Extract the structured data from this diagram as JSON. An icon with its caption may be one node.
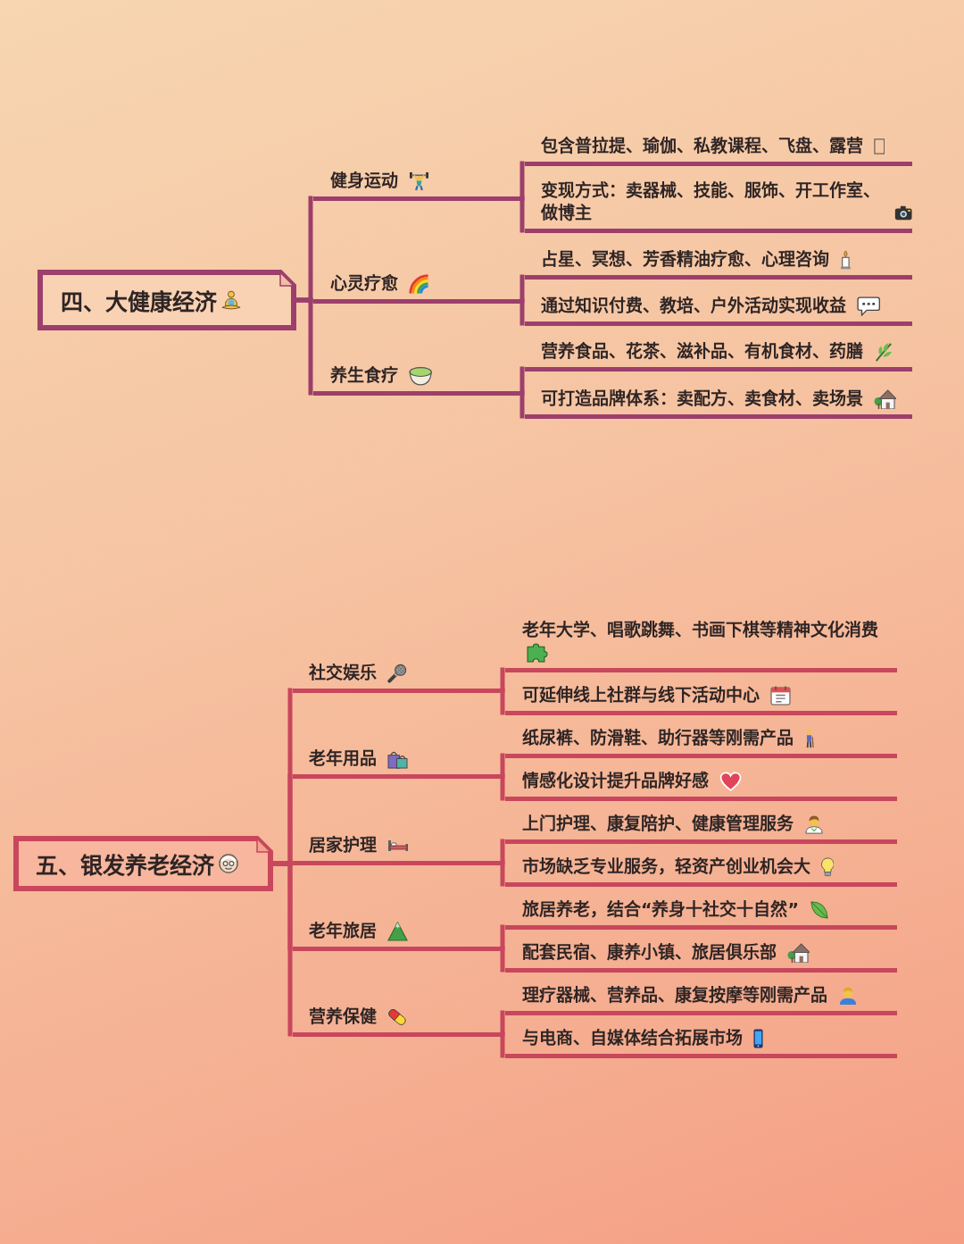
{
  "diagram": {
    "nodes": [
      {
        "text": [
          "四、大健康经济"
        ]
      },
      {
        "text": [
          "健身运动"
        ]
      },
      {
        "text": [
          "包含普拉提、瑜伽、私教课程、飞盘、露营"
        ]
      },
      {
        "text": [
          "变现方式：卖器械、技能、服饰、开工作室、做博主"
        ]
      },
      {
        "text": [
          "心灵疗愈"
        ]
      },
      {
        "text": [
          "占星、冥想、芳香精油疗愈、心理咨询"
        ]
      },
      {
        "text": [
          "通过知识付费、教培、户外活动实现收益"
        ]
      },
      {
        "text": [
          "养生食疗"
        ]
      },
      {
        "text": [
          "营养食品、花茶、滋补品、有机食材、药膳"
        ]
      },
      {
        "text": [
          "可打造品牌体系：卖配方、卖食材、卖场景"
        ]
      },
      {
        "text": [
          "五、银发养老经济"
        ]
      },
      {
        "text": [
          "社交娱乐"
        ]
      },
      {
        "text": [
          "老年大学、唱歌跳舞、书画下棋等精神文化消费"
        ]
      },
      {
        "text": [
          "可延伸线上社群与线下活动中心"
        ]
      },
      {
        "text": [
          "老年用品"
        ]
      },
      {
        "text": [
          "纸尿裤、防滑鞋、助行器等刚需产品"
        ]
      },
      {
        "text": [
          "情感化设计提升品牌好感"
        ]
      },
      {
        "text": [
          "居家护理"
        ]
      },
      {
        "text": [
          "上门护理、康复陪护、健康管理服务"
        ]
      },
      {
        "text": [
          "市场缺乏专业服务，轻资产创业机会大"
        ]
      },
      {
        "text": [
          "老年旅居"
        ]
      },
      {
        "text": [
          "旅居养老，结合“养身十社交十自然”"
        ]
      },
      {
        "text": [
          "配套民宿、康养小镇、旅居俱乐部"
        ]
      },
      {
        "text": [
          "营养保健"
        ]
      },
      {
        "text": [
          "理疗器械、营养品、康复按摩等刚需产品"
        ]
      },
      {
        "text": [
          "与电商、自媒体结合拓展市场"
        ]
      }
    ],
    "edges": [
      {
        "from": 0,
        "to": 1,
        "arrow": "none",
        "color": "#9c3f6c"
      },
      {
        "from": 1,
        "to": 2,
        "arrow": "none",
        "color": "#9c3f6c"
      },
      {
        "from": 1,
        "to": 3,
        "arrow": "none",
        "color": "#9c3f6c"
      },
      {
        "from": 0,
        "to": 4,
        "arrow": "none",
        "color": "#9c3f6c"
      },
      {
        "from": 4,
        "to": 5,
        "arrow": "none",
        "color": "#9c3f6c"
      },
      {
        "from": 4,
        "to": 6,
        "arrow": "none",
        "color": "#9c3f6c"
      },
      {
        "from": 0,
        "to": 7,
        "arrow": "none",
        "color": "#9c3f6c"
      },
      {
        "from": 7,
        "to": 8,
        "arrow": "none",
        "color": "#9c3f6c"
      },
      {
        "from": 7,
        "to": 9,
        "arrow": "none",
        "color": "#9c3f6c"
      },
      {
        "from": 10,
        "to": 11,
        "arrow": "none"
      },
      {
        "from": 11,
        "to": 12,
        "arrow": "none"
      },
      {
        "from": 11,
        "to": 13,
        "arrow": "none"
      },
      {
        "from": 10,
        "to": 14,
        "arrow": "none"
      },
      {
        "from": 14,
        "to": 15,
        "arrow": "none"
      },
      {
        "from": 14,
        "to": 16,
        "arrow": "none"
      },
      {
        "from": 10,
        "to": 17,
        "arrow": "none"
      },
      {
        "from": 17,
        "to": 18,
        "arrow": "none"
      },
      {
        "from": 17,
        "to": 19,
        "arrow": "none"
      },
      {
        "from": 10,
        "to": 20,
        "arrow": "none"
      },
      {
        "from": 20,
        "to": 21,
        "arrow": "none"
      },
      {
        "from": 20,
        "to": 22,
        "arrow": "none"
      },
      {
        "from": 10,
        "to": 23,
        "arrow": "none"
      },
      {
        "from": 23,
        "to": 24,
        "arrow": "none"
      },
      {
        "from": 23,
        "to": 25,
        "arrow": "none"
      }
    ]
  }
}
